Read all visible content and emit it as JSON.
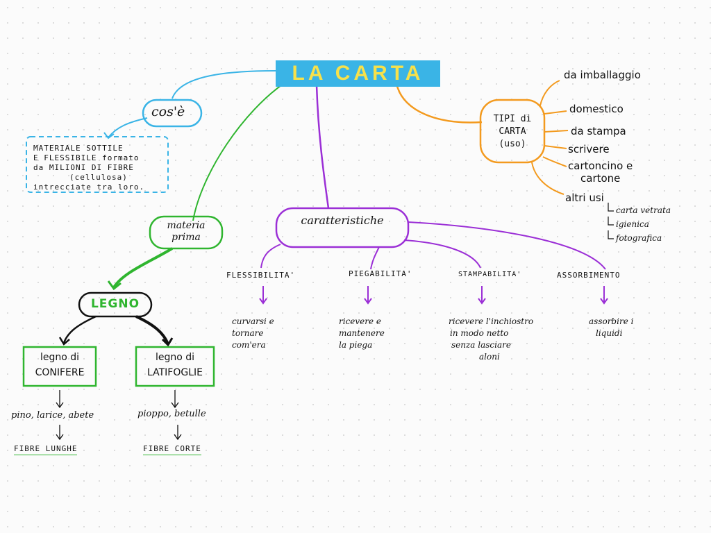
{
  "title": "LA CARTA",
  "cose": {
    "label": "cos'è",
    "definition": [
      "MATERIALE SOTTILE",
      "E FLESSIBILE formato",
      "da MILIONI DI FIBRE",
      "(cellulosa)",
      "intrecciate tra loro."
    ]
  },
  "materia_prima": {
    "label": [
      "materia",
      "prima"
    ],
    "legno": "LEGNO",
    "conifere": {
      "label": [
        "legno di",
        "CONIFERE"
      ],
      "examples": "pino, larice, abete",
      "fibre": "FIBRE LUNGHE"
    },
    "latifoglie": {
      "label": [
        "legno di",
        "LATIFOGLIE"
      ],
      "examples": "pioppo, betulle",
      "fibre": "FIBRE CORTE"
    }
  },
  "caratteristiche": {
    "label": "caratteristiche",
    "items": [
      {
        "name": "FLESSIBILITA'",
        "desc": [
          "curvarsi e",
          "tornare",
          "com'era"
        ]
      },
      {
        "name": "PIEGABILITA'",
        "desc": [
          "ricevere e",
          "mantenere",
          "la piega"
        ]
      },
      {
        "name": "STAMPABILITA'",
        "desc": [
          "ricevere l'inchiostro",
          "in modo netto",
          "senza lasciare",
          "aloni"
        ]
      },
      {
        "name": "ASSORBIMENTO",
        "desc": [
          "assorbire i",
          "liquidi"
        ]
      }
    ]
  },
  "tipi": {
    "label": [
      "TIPI di",
      "CARTA",
      "(uso)"
    ],
    "items": [
      "da imballaggio",
      "domestico",
      "da stampa",
      "scrivere",
      "cartoncino e",
      "cartone",
      "altri usi"
    ],
    "altri_usi": [
      "carta vetrata",
      "igienica",
      "fotografica"
    ]
  },
  "colors": {
    "blue": "#3ab4e6",
    "green": "#2fb52f",
    "purple": "#9b2fd6",
    "orange": "#f39a1e",
    "yellow": "#f7e14a"
  }
}
